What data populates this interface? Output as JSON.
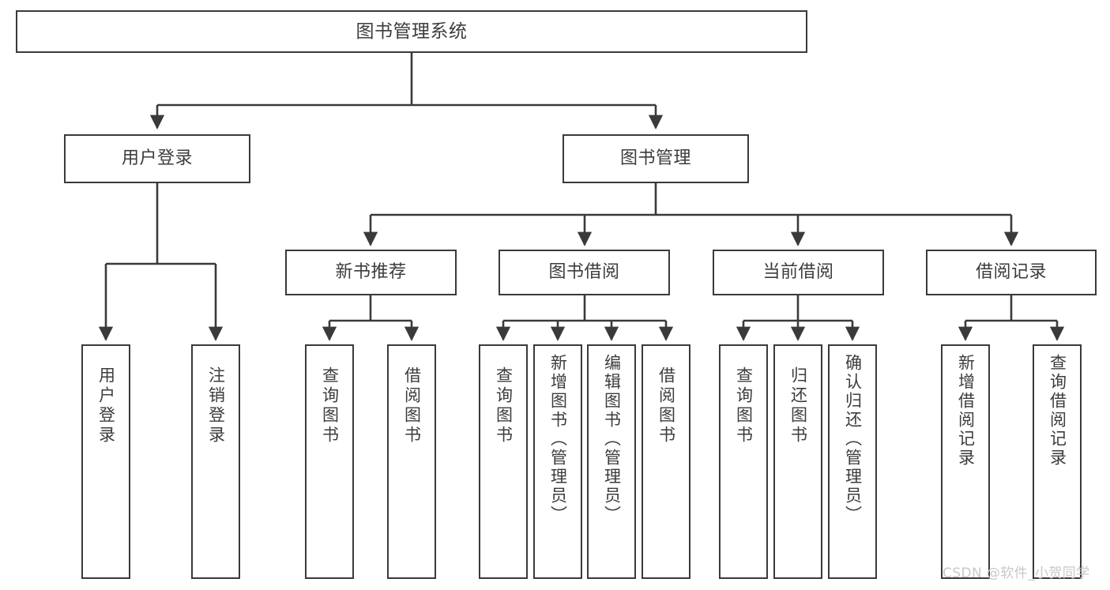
{
  "diagram": {
    "title": "图书管理系统",
    "type": "tree-flowchart",
    "colors": {
      "box_border": "#3a3a3a",
      "box_fill": "#ffffff",
      "text": "#3c3c3c",
      "connector": "#3a3a3a",
      "watermark": "#c8c8c8",
      "background": "#ffffff"
    }
  },
  "root": {
    "label": "图书管理系统"
  },
  "level2": [
    {
      "label": "用户登录"
    },
    {
      "label": "图书管理"
    }
  ],
  "level3": [
    {
      "label": "新书推荐"
    },
    {
      "label": "图书借阅"
    },
    {
      "label": "当前借阅"
    },
    {
      "label": "借阅记录"
    }
  ],
  "leaves": {
    "user_login": [
      {
        "label": "用户登录"
      },
      {
        "label": "注销登录"
      }
    ],
    "new_book": [
      {
        "label": "查询图书"
      },
      {
        "label": "借阅图书"
      }
    ],
    "book_borrow": [
      {
        "label": "查询图书"
      },
      {
        "label": "新增图书（管理员）"
      },
      {
        "label": "编辑图书（管理员）"
      },
      {
        "label": "借阅图书"
      }
    ],
    "current_borrow": [
      {
        "label": "查询图书"
      },
      {
        "label": "归还图书"
      },
      {
        "label": "确认归还（管理员）"
      }
    ],
    "borrow_record": [
      {
        "label": "新增借阅记录"
      },
      {
        "label": "查询借阅记录"
      }
    ]
  },
  "watermark": {
    "text": "CSDN @软件_小贺同学"
  }
}
